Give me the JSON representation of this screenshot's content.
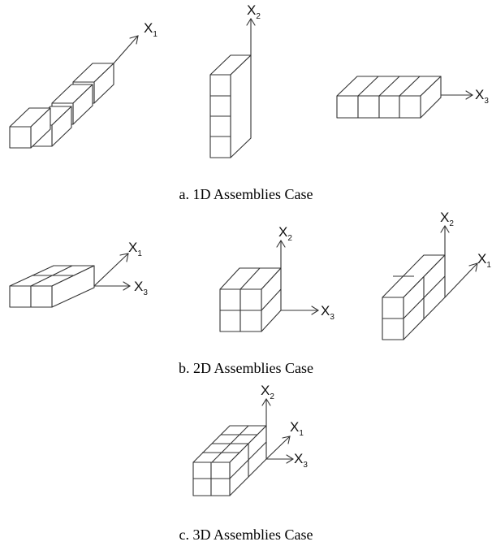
{
  "figure": {
    "sections": [
      {
        "caption": "a. 1D Assemblies Case",
        "panels": [
          {
            "axes": [
              {
                "symbol": "X",
                "index": "1"
              }
            ]
          },
          {
            "axes": [
              {
                "symbol": "X",
                "index": "2"
              }
            ]
          },
          {
            "axes": [
              {
                "symbol": "X",
                "index": "3"
              }
            ]
          }
        ]
      },
      {
        "caption": "b. 2D Assemblies Case",
        "panels": [
          {
            "axes": [
              {
                "symbol": "X",
                "index": "1"
              },
              {
                "symbol": "X",
                "index": "3"
              }
            ]
          },
          {
            "axes": [
              {
                "symbol": "X",
                "index": "2"
              },
              {
                "symbol": "X",
                "index": "3"
              }
            ]
          },
          {
            "axes": [
              {
                "symbol": "X",
                "index": "2"
              },
              {
                "symbol": "X",
                "index": "1"
              }
            ]
          }
        ]
      },
      {
        "caption": "c. 3D Assemblies Case",
        "panels": [
          {
            "axes": [
              {
                "symbol": "X",
                "index": "2"
              },
              {
                "symbol": "X",
                "index": "1"
              },
              {
                "symbol": "X",
                "index": "3"
              }
            ]
          }
        ]
      }
    ],
    "colors": {
      "line": "#333333",
      "text": "#111111",
      "background": "#ffffff"
    }
  }
}
